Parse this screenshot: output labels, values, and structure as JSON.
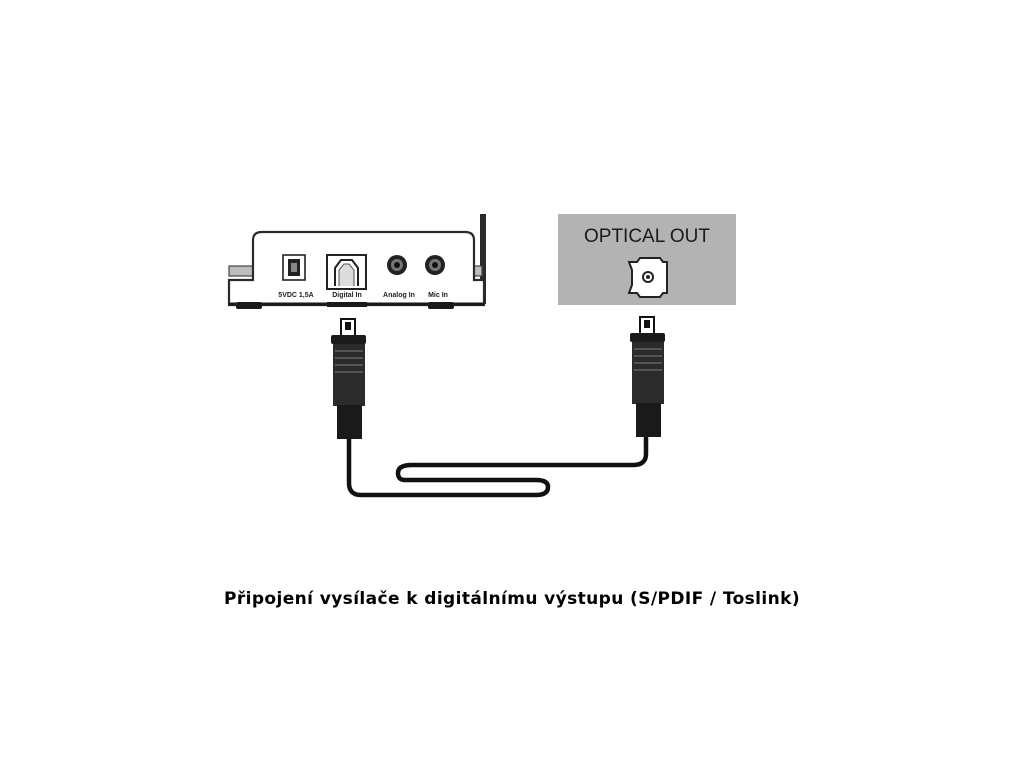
{
  "transmitter": {
    "port_labels": {
      "power": "5VDC 1,5A",
      "digital": "Digital In",
      "analog": "Analog In",
      "mic": "Mic In"
    }
  },
  "source_panel": {
    "title": "OPTICAL OUT"
  },
  "caption": "Připojení vysílače k digitálnímu výstupu (S/PDIF / Toslink)"
}
